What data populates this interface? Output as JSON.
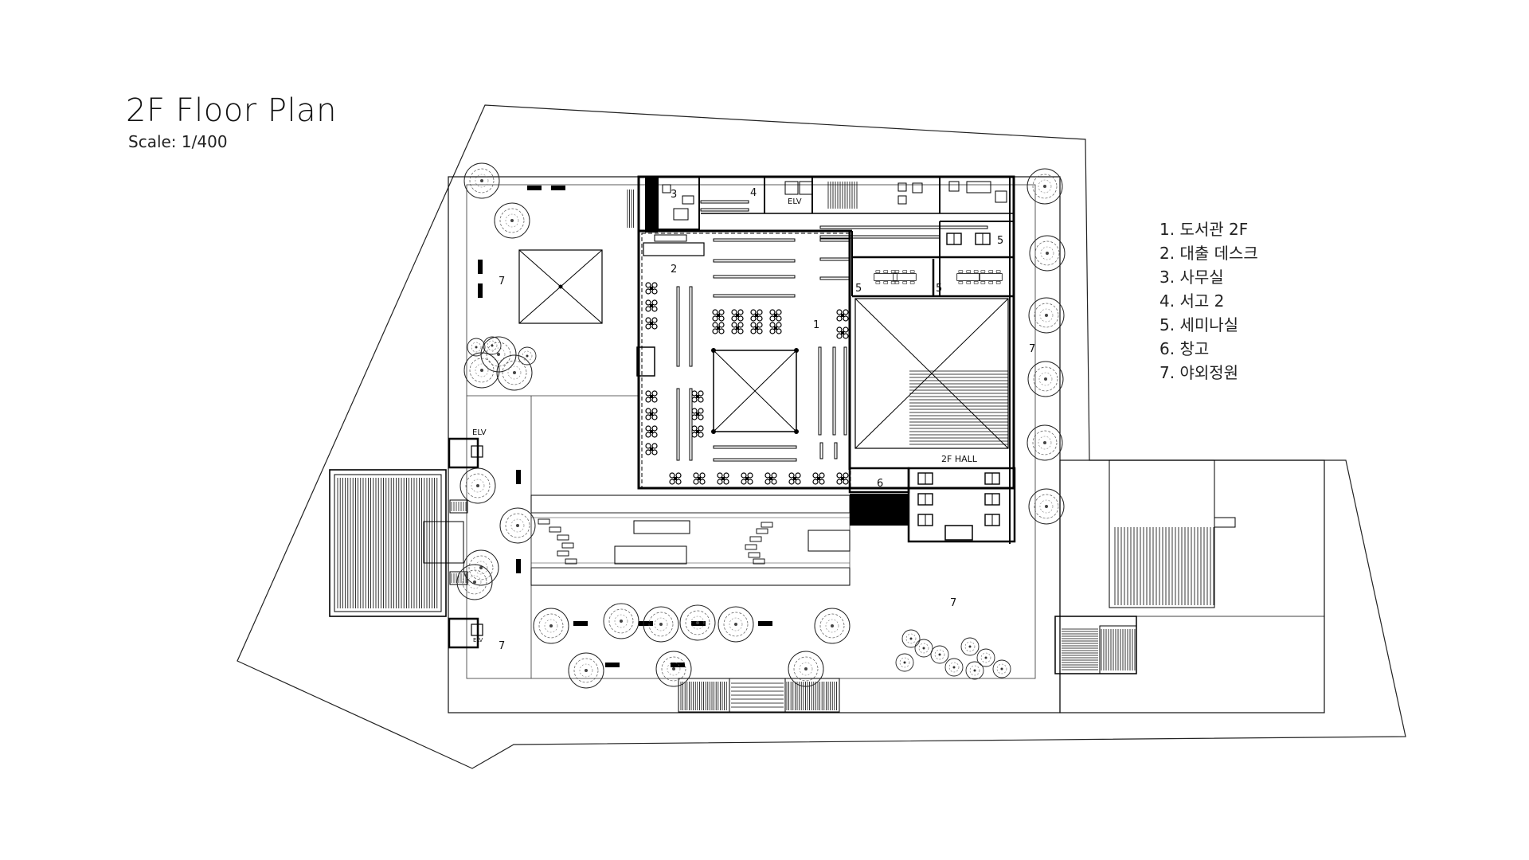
{
  "header": {
    "title": "2F Floor Plan",
    "scale": "Scale: 1/400"
  },
  "legend": [
    "1. 도서관 2F",
    "2. 대출 데스크",
    "3. 사무실",
    "4. 서고 2",
    "5. 세미나실",
    "6. 창고",
    "7. 야외정원"
  ],
  "plan_labels": {
    "library": "1",
    "desk": "2",
    "office": "3",
    "stack": "4",
    "seminar_a": "5",
    "seminar_b": "5",
    "seminar_c": "5",
    "storage": "6",
    "garden_nw": "7",
    "garden_e": "7",
    "garden_s": "7",
    "garden_sw": "7",
    "elv_top": "ELV",
    "elv_left_top": "ELV",
    "elv_left_bottom": "ELV",
    "hall": "2F HALL"
  }
}
